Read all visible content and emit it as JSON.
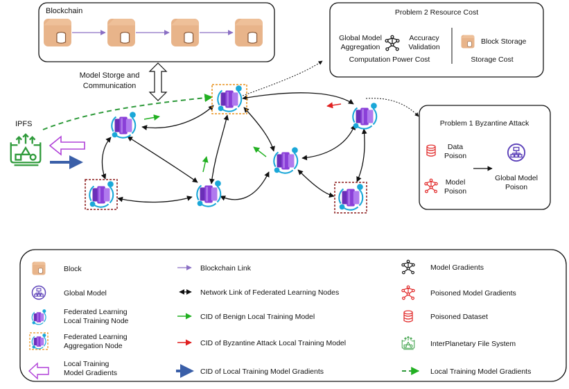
{
  "blockchain": {
    "title": "Blockchain"
  },
  "storage_comm": {
    "line1": "Model Storge and",
    "line2": "Communication"
  },
  "ipfs": {
    "label": "IPFS"
  },
  "problem2": {
    "title": "Problem 2 Resource Cost",
    "agg_line1": "Global Model",
    "agg_line2": "Aggregation",
    "acc_line1": "Accuracy",
    "acc_line2": "Validation",
    "block_storage": "Block Storage",
    "computation_cost": "Computation Power Cost",
    "storage_cost": "Storage Cost"
  },
  "problem1": {
    "title": "Problem 1 Byzantine Attack",
    "data_poison_1": "Data",
    "data_poison_2": "Poison",
    "model_poison_1": "Model",
    "model_poison_2": "Poison",
    "global_1": "Global Model",
    "global_2": "Poison"
  },
  "legend": {
    "block": "Block",
    "global_model": "Global Model",
    "fl_local_1": "Federated Learning",
    "fl_local_2": "Local Training Node",
    "fl_agg_1": "Federated Learning",
    "fl_agg_2": "Aggregation Node",
    "local_grad_1": "Local Training",
    "local_grad_2": "Model Gradients",
    "blockchain_link": "Blockchain Link",
    "network_link": "Network Link of Federated Learning Nodes",
    "cid_benign": "CID of Benign Local Training Model",
    "cid_byz": "CID of Byzantine Attack Local Training Model",
    "cid_grad": "CID of Local Training Model Gradients",
    "model_gradients": "Model Gradients",
    "poisoned_gradients": "Poisoned Model Gradients",
    "poisoned_dataset": "Poisoned Dataset",
    "ipfs_full": "InterPlanetary File System",
    "local_grad_dashed": "Local Training Model  Gradients"
  },
  "colors": {
    "block": "#e8b48a",
    "node_purple": "#8a3fd8",
    "node_cyan": "#1aa7d8",
    "link_purple": "#8a6fc4",
    "benign": "#22b022",
    "byzantine": "#e02020",
    "ipfs_green": "#2e9a3a",
    "gradient_blue": "#3a5fa8",
    "byz_box": "#8b1a1a",
    "agg_box": "#e8901a"
  }
}
